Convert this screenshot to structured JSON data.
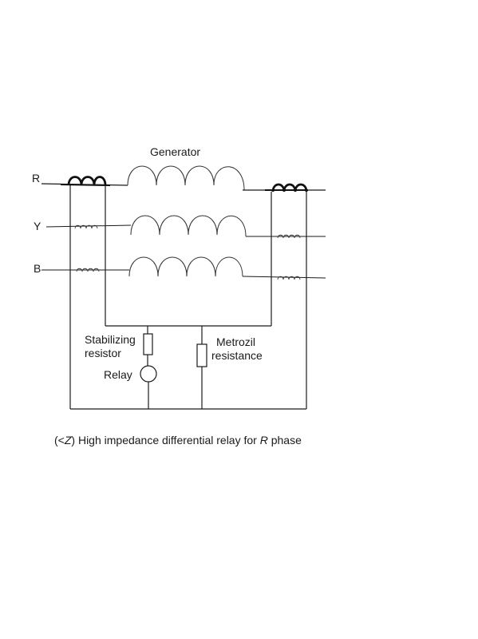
{
  "diagram": {
    "title": "Generator",
    "phases": [
      "R",
      "Y",
      "B"
    ],
    "components": {
      "stabilizing_resistor": [
        "Stabilizing",
        "resistor"
      ],
      "relay": "Relay",
      "metrozil": [
        "Metrozil",
        "resistance"
      ]
    },
    "caption": {
      "prefix": "(<",
      "symbol": "Z",
      "middle": ") High impedance differential relay for ",
      "phase": "R",
      "suffix": " phase"
    }
  }
}
